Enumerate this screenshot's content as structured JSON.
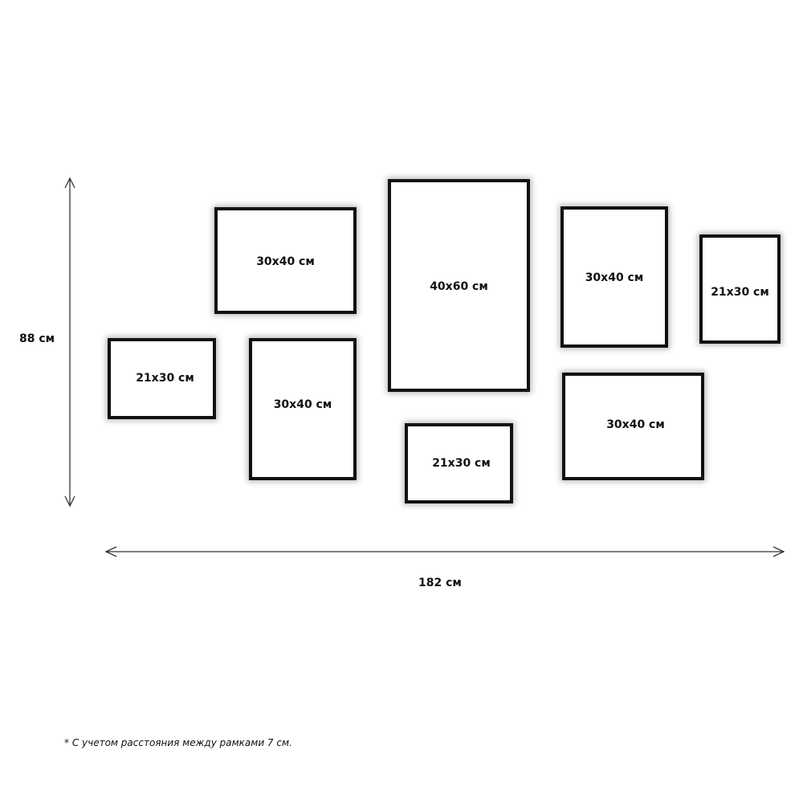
{
  "frames": [
    {
      "id": "f1",
      "label": "30x40 см"
    },
    {
      "id": "f2",
      "label": "21x30 см"
    },
    {
      "id": "f3",
      "label": "30x40 см"
    },
    {
      "id": "f4",
      "label": "40x60 см"
    },
    {
      "id": "f5",
      "label": "21x30 см"
    },
    {
      "id": "f6",
      "label": "30x40 см"
    },
    {
      "id": "f7",
      "label": "21x30 см"
    },
    {
      "id": "f8",
      "label": "30x40 см"
    }
  ],
  "dimensions": {
    "height_label": "88 см",
    "width_label": "182 см"
  },
  "footnote": "* С учетом расстояния между рамками 7 см.",
  "colors": {
    "frame_border": "#111111",
    "background": "#ffffff"
  }
}
